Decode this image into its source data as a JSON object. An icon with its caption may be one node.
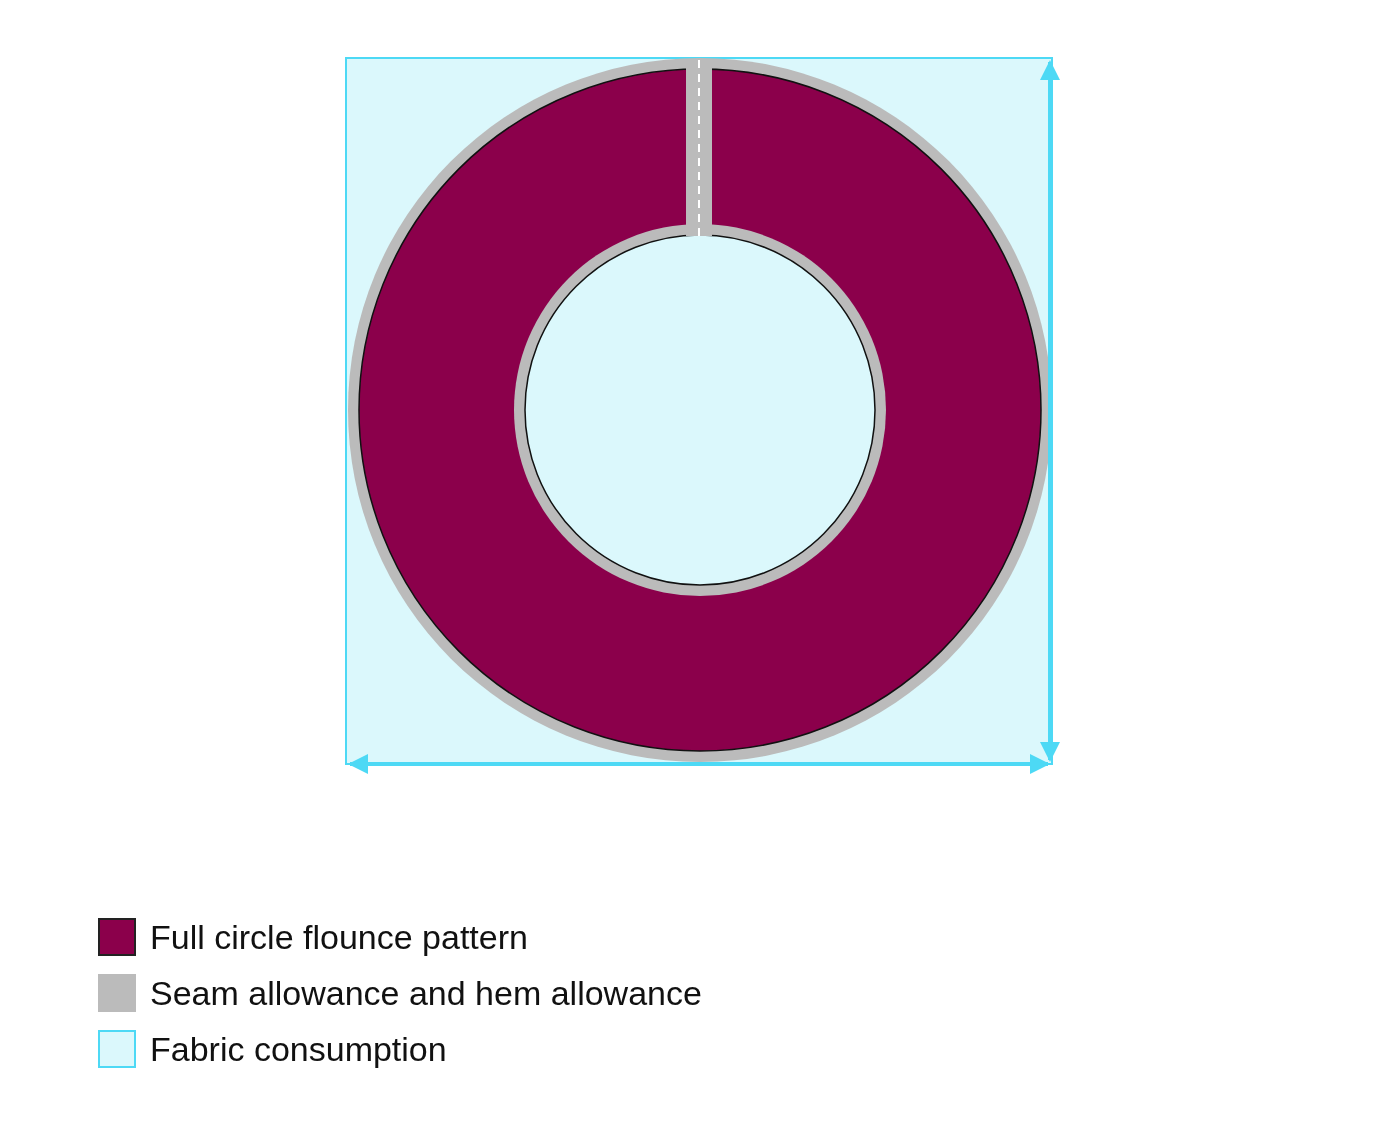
{
  "diagram": {
    "legend": [
      {
        "text": "Full circle flounce pattern",
        "color": "#8b004b"
      },
      {
        "text": "Seam allowance and hem allowance",
        "color": "#bbbbbb"
      },
      {
        "text": "Fabric consumption",
        "color": "#dbf8fc"
      }
    ]
  }
}
